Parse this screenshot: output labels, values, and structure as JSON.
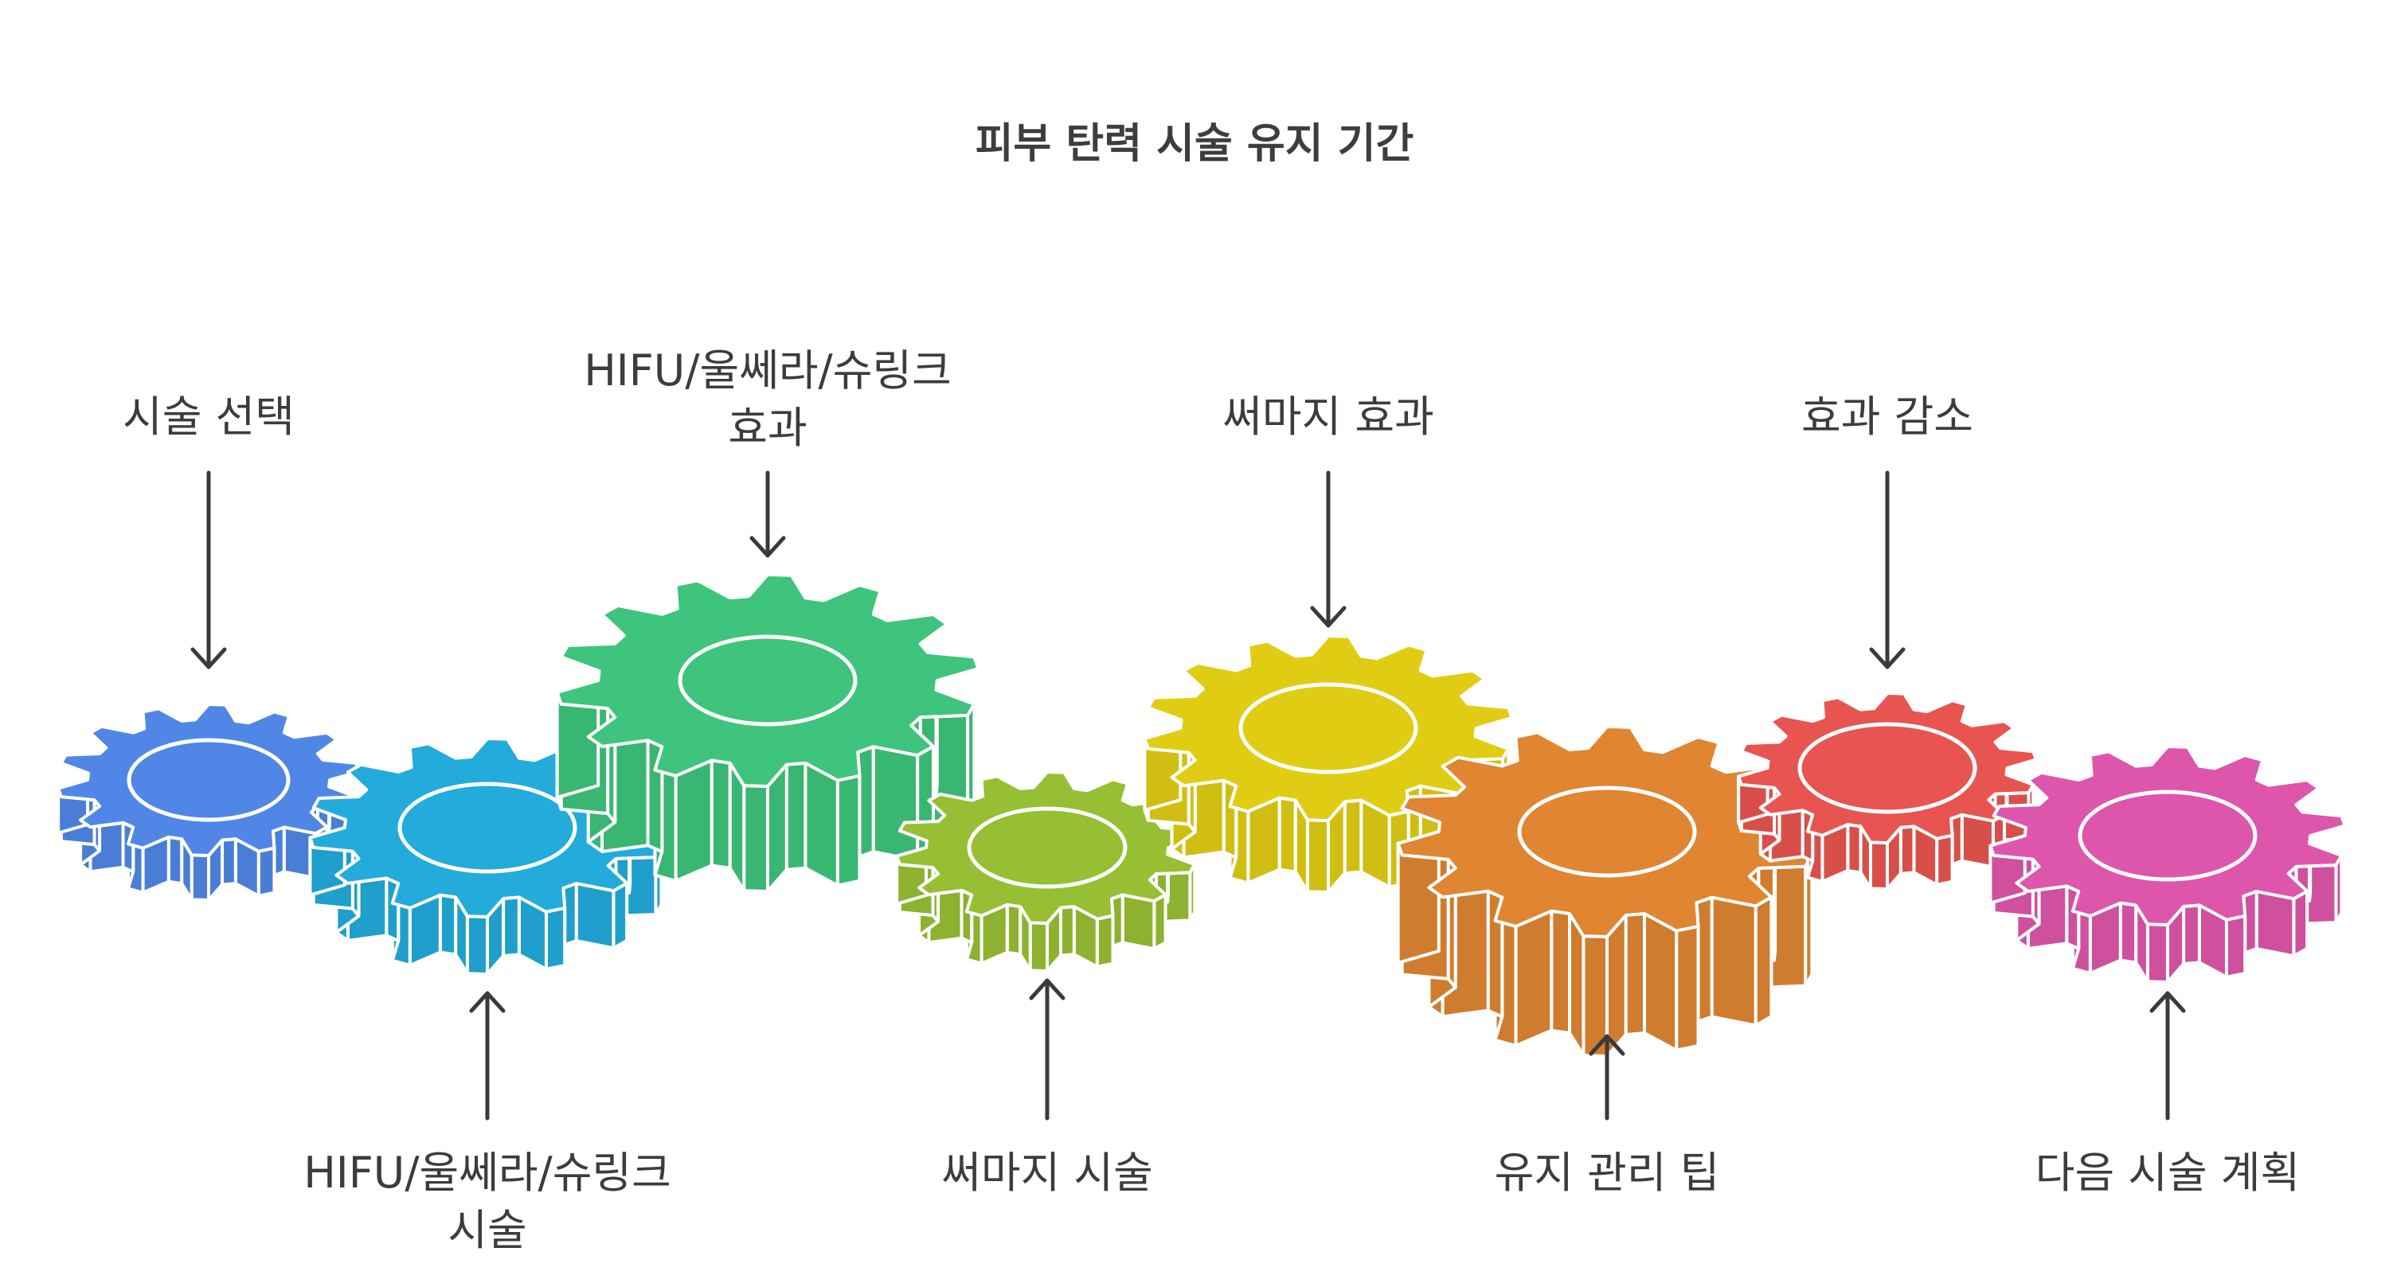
{
  "title": "피부 탄력 시술 유지 기간",
  "steps": [
    {
      "id": "select",
      "lines": [
        "시술 선택"
      ],
      "color": "#5087e6",
      "position": "top"
    },
    {
      "id": "hifu-proc",
      "lines": [
        "HIFU/울쎄라/슈링크",
        "시술"
      ],
      "color": "#22abdb",
      "position": "bottom"
    },
    {
      "id": "hifu-effect",
      "lines": [
        "HIFU/울쎄라/슈링크",
        "효과"
      ],
      "color": "#3ec47c",
      "position": "top"
    },
    {
      "id": "thermage-proc",
      "lines": [
        "써마지 시술"
      ],
      "color": "#96bf34",
      "position": "bottom"
    },
    {
      "id": "thermage-effect",
      "lines": [
        "써마지 효과"
      ],
      "color": "#e0cd13",
      "position": "top"
    },
    {
      "id": "maintenance",
      "lines": [
        "유지 관리 팁"
      ],
      "color": "#e08531",
      "position": "bottom"
    },
    {
      "id": "decrease",
      "lines": [
        "효과 감소"
      ],
      "color": "#e85550",
      "position": "top"
    },
    {
      "id": "next-plan",
      "lines": [
        "다음 시술 계획"
      ],
      "color": "#de56ab",
      "position": "bottom"
    }
  ]
}
